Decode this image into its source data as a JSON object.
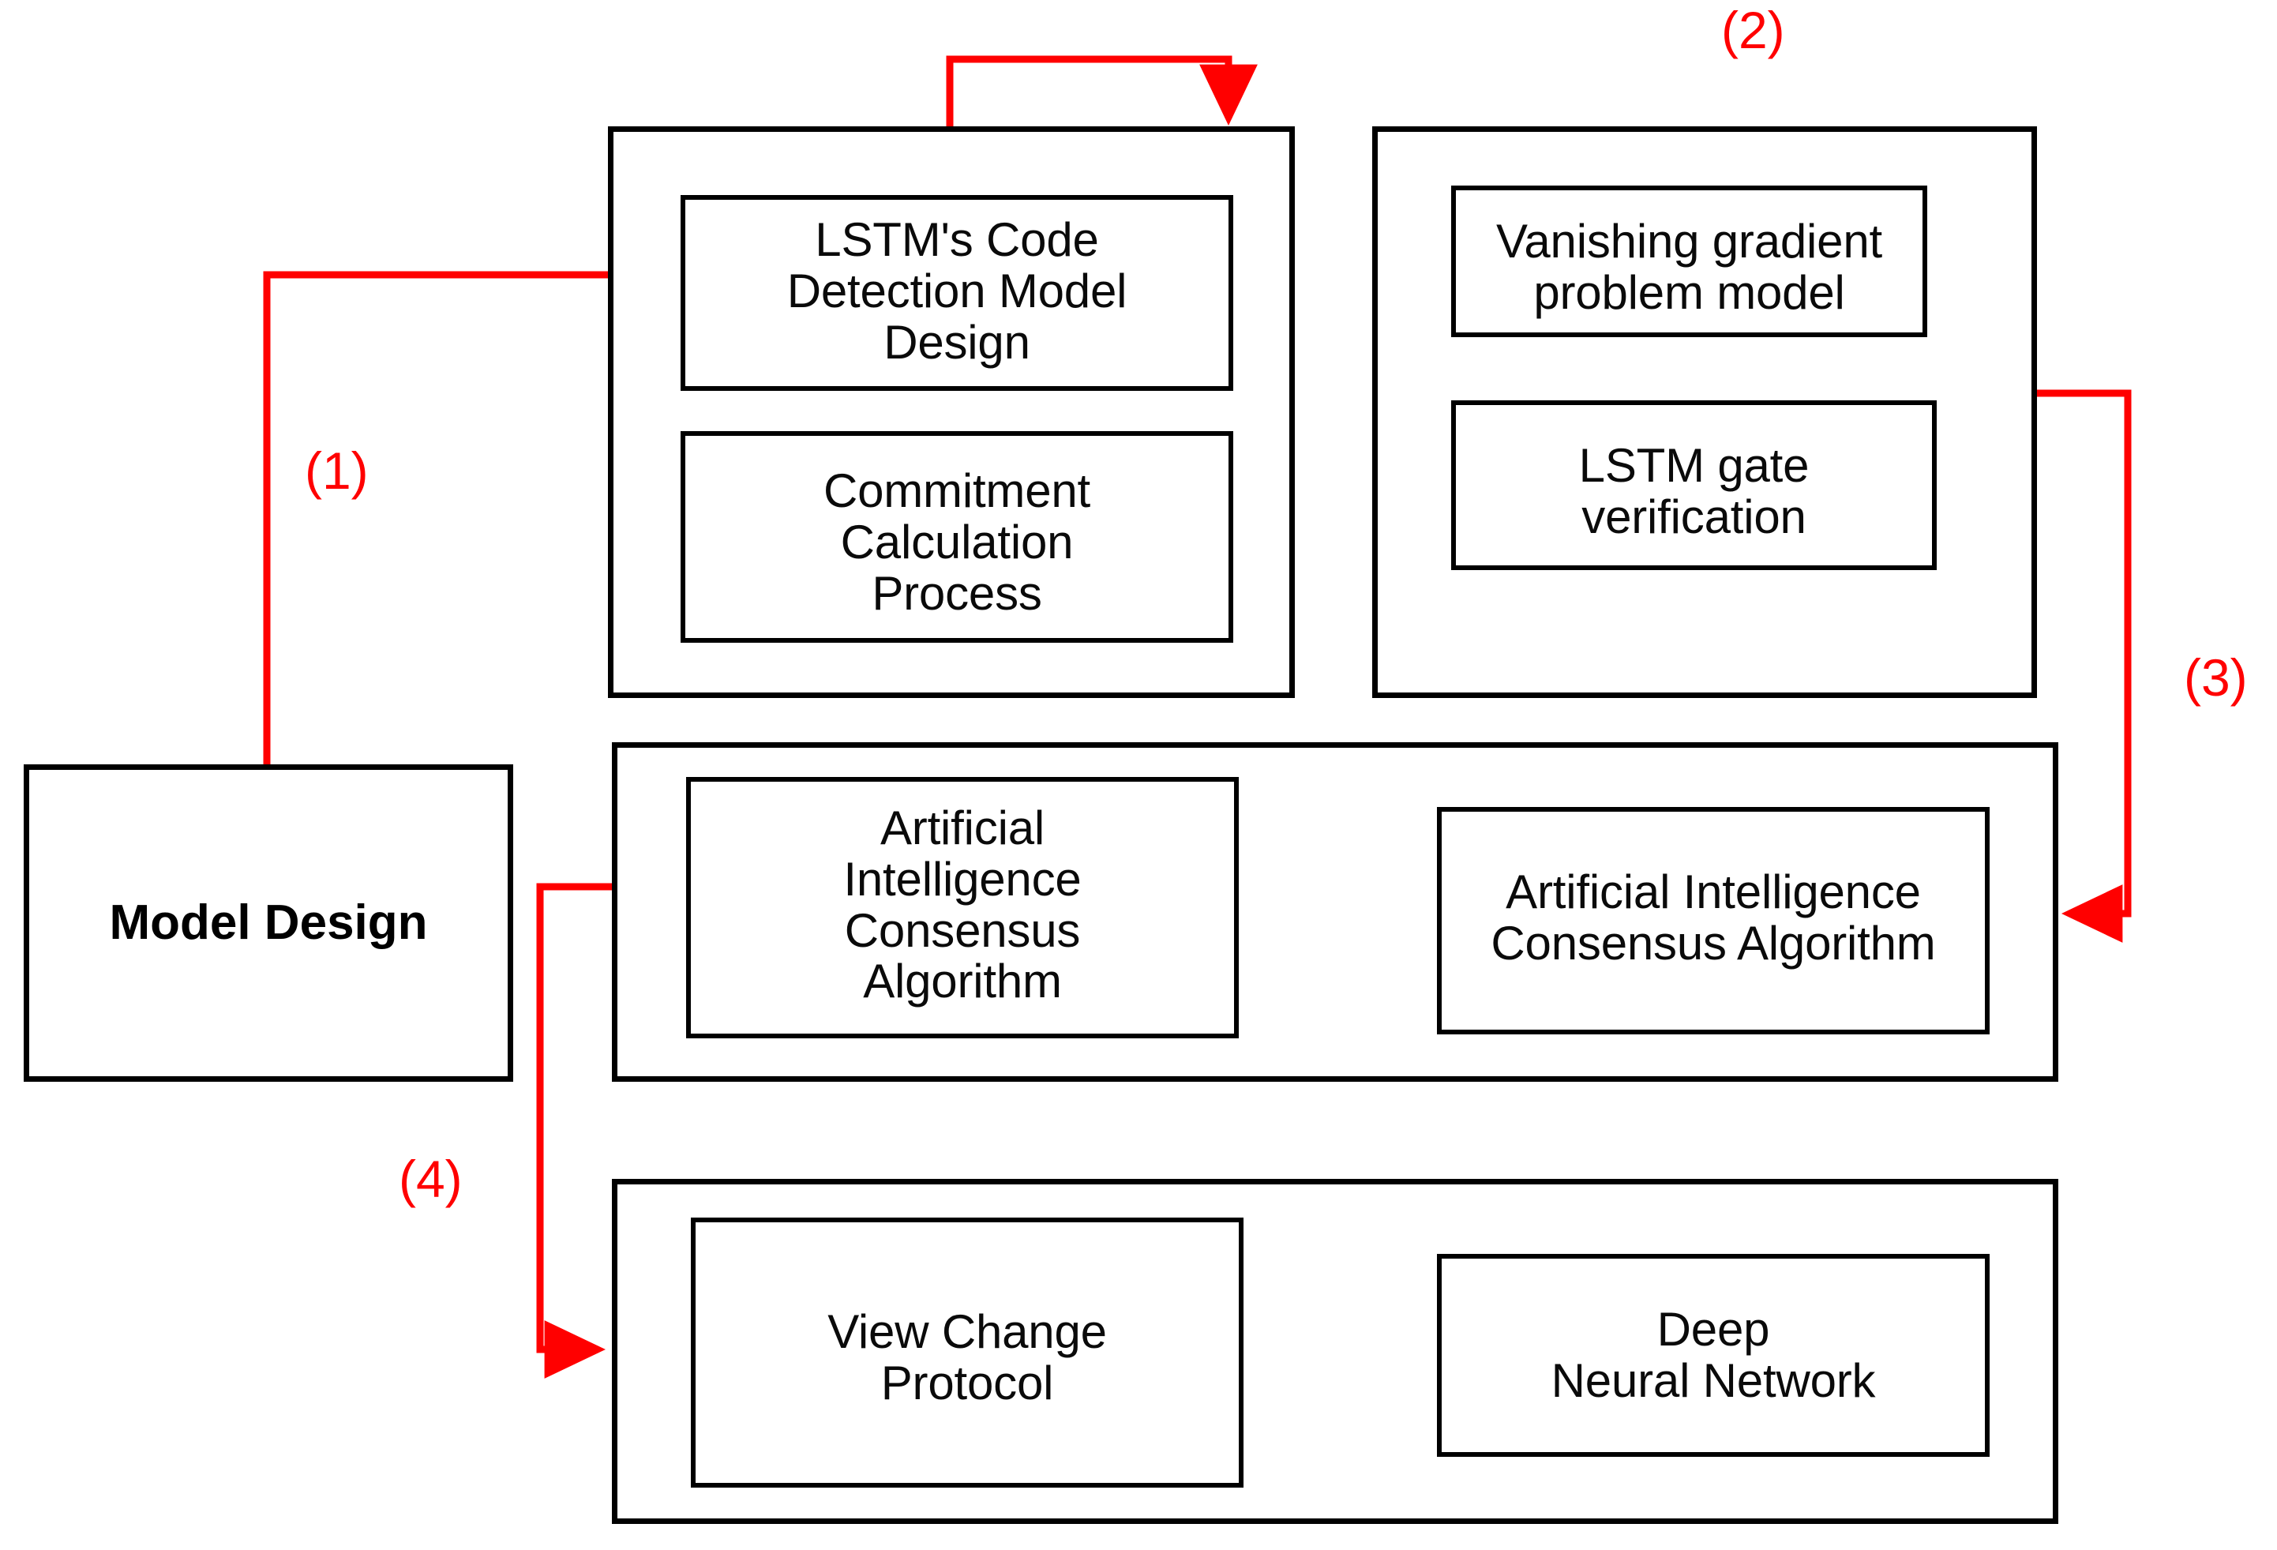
{
  "diagram": {
    "title": "Model Design",
    "accent_color": "#ff0000",
    "line_color": "#000000",
    "background": "#ffffff"
  },
  "root_node": {
    "label": "Model Design"
  },
  "groups": [
    {
      "name": "lstm-code-detection-group",
      "items": [
        {
          "label": "LSTM's Code\nDetection Model\nDesign"
        },
        {
          "label": "Commitment\nCalculation\nProcess"
        }
      ]
    },
    {
      "name": "vanishing-gradient-group",
      "items": [
        {
          "label": "Vanishing gradient\nproblem model"
        },
        {
          "label": "LSTM gate\nverification"
        }
      ]
    },
    {
      "name": "consensus-group",
      "items": [
        {
          "label": "Artificial\nIntelligence\nConsensus\nAlgorithm"
        },
        {
          "label": "Artificial Intelligence\nConsensus Algorithm"
        }
      ]
    },
    {
      "name": "protocol-group",
      "items": [
        {
          "label": "View Change\nProtocol"
        },
        {
          "label": "Deep\nNeural Network"
        }
      ]
    }
  ],
  "connectors": [
    {
      "name": "connector-1",
      "label": "(1)"
    },
    {
      "name": "connector-2",
      "label": "(2)"
    },
    {
      "name": "connector-3",
      "label": "(3)"
    },
    {
      "name": "connector-4",
      "label": "(4)"
    }
  ]
}
